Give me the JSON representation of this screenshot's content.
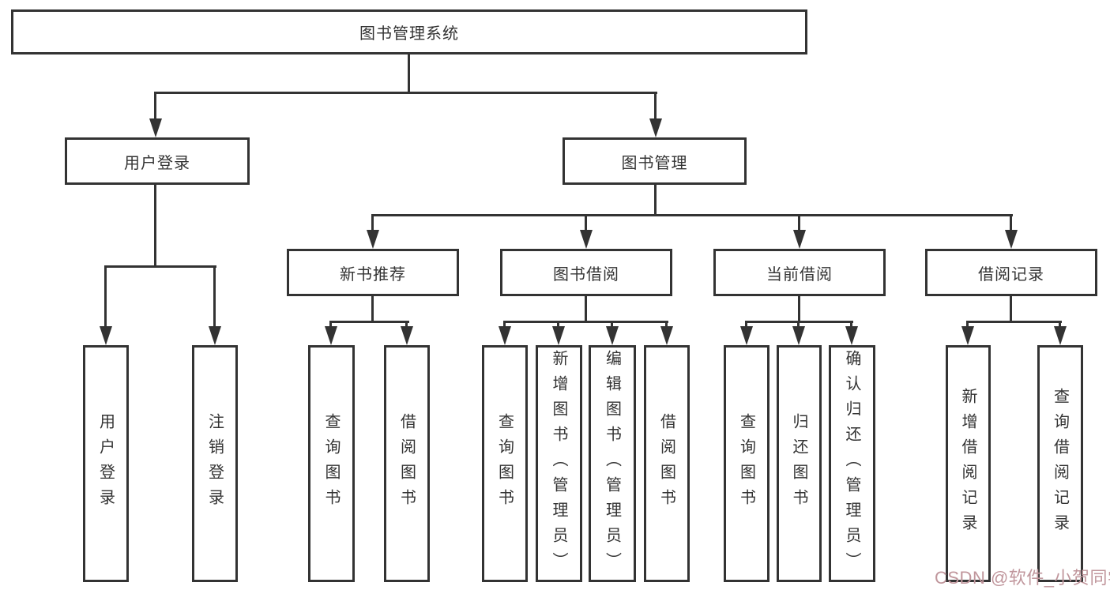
{
  "diagram": {
    "title_node": "图书管理系统",
    "root": {
      "label": "图书管理系统"
    },
    "branches": {
      "user_login": {
        "label": "用户登录",
        "children": [
          {
            "label": "用户登录"
          },
          {
            "label": "注销登录"
          }
        ]
      },
      "book_management": {
        "label": "图书管理",
        "children": [
          {
            "label": "新书推荐",
            "children": [
              {
                "label": "查询图书"
              },
              {
                "label": "借阅图书"
              }
            ]
          },
          {
            "label": "图书借阅",
            "children": [
              {
                "label": "查询图书"
              },
              {
                "label": "新增图书（管理员）"
              },
              {
                "label": "编辑图书（管理员）"
              },
              {
                "label": "借阅图书"
              }
            ]
          },
          {
            "label": "当前借阅",
            "children": [
              {
                "label": "查询图书"
              },
              {
                "label": "归还图书"
              },
              {
                "label": "确认归还（管理员）"
              }
            ]
          },
          {
            "label": "借阅记录",
            "children": [
              {
                "label": "新增借阅记录"
              },
              {
                "label": "查询借阅记录"
              }
            ]
          }
        ]
      }
    }
  },
  "watermark": {
    "text": "CSDN @软件_小贺同学",
    "color": "#c0969c"
  },
  "colors": {
    "line": "#333333",
    "box_border": "#333333",
    "box_background": "#ffffff",
    "text": "#333333",
    "page_background": "#ffffff"
  }
}
